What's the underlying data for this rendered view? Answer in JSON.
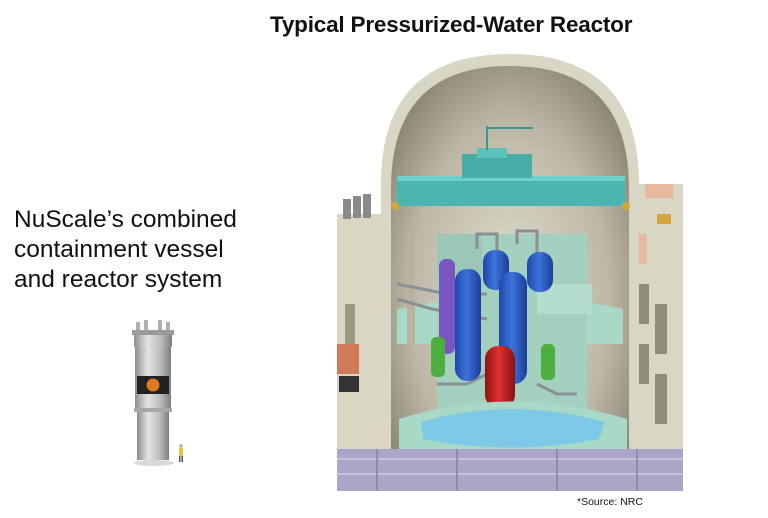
{
  "slide": {
    "title": "Typical Pressurized-Water Reactor",
    "caption_lines": [
      "NuScale’s combined",
      "containment vessel",
      "and reactor system"
    ],
    "source_note": "*Source: NRC"
  },
  "images": {
    "nuscale_module": {
      "description": "NuScale small modular reactor vessel with human figure for scale",
      "colors": {
        "vessel": "#b9b9b9",
        "core": "#e07a1c",
        "person": "#e0c93a"
      }
    },
    "pwr_cutaway": {
      "description": "Cutaway of pressurized-water reactor containment building",
      "colors": {
        "dome": "#d8d6c4",
        "dome_interior": "#a9a391",
        "polar_crane": "#4bb5b0",
        "steam_generators": "#2f5fc8",
        "reactor_vessel": "#c21f1f",
        "pressurizer": "#7a55c0",
        "pumps": "#4caf3e",
        "floor": "#a8d9c6",
        "refueling_pool": "#7ec8e8",
        "base": "#a9a6c8"
      }
    }
  }
}
